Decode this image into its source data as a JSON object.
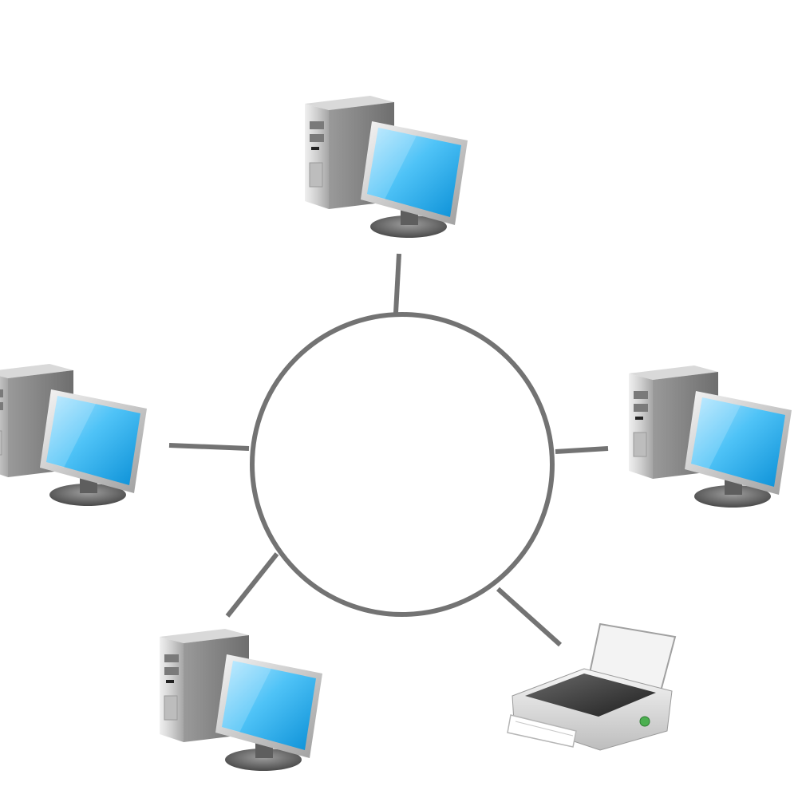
{
  "diagram": {
    "topology": "ring",
    "ring_color": "#737373",
    "link_color": "#737373",
    "nodes": [
      {
        "id": "node-top",
        "type": "computer",
        "icon": "desktop-computer-icon"
      },
      {
        "id": "node-left",
        "type": "computer",
        "icon": "desktop-computer-icon"
      },
      {
        "id": "node-right",
        "type": "computer",
        "icon": "desktop-computer-icon"
      },
      {
        "id": "node-bottom-left",
        "type": "computer",
        "icon": "desktop-computer-icon"
      },
      {
        "id": "node-bottom-right",
        "type": "printer",
        "icon": "printer-icon"
      }
    ],
    "colors": {
      "screen_light": "#8fd8ff",
      "screen_dark": "#1a9fe0",
      "tower_light": "#e4e4e4",
      "tower_dark": "#8c8c8c",
      "printer_led": "#4caf50"
    }
  }
}
